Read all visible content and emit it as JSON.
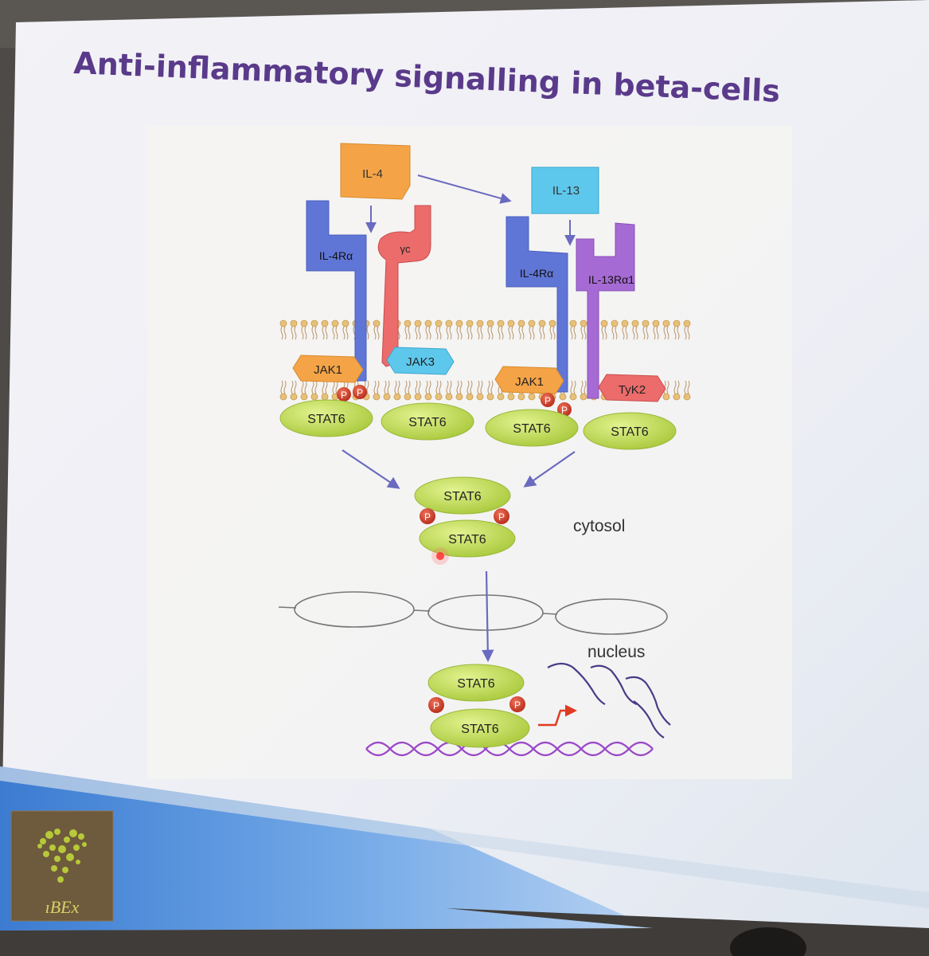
{
  "slide": {
    "title": "Anti-inflammatory signalling in beta-cells"
  },
  "diagram": {
    "ligand_il4": "IL-4",
    "ligand_il13": "IL-13",
    "receptor_il4ra_left": "IL-4Rα",
    "receptor_gc": "γc",
    "receptor_il4ra_right": "IL-4Rα",
    "receptor_il13ra1": "IL-13Rα1",
    "kinase_jak1_left": "JAK1",
    "kinase_jak3": "JAK3",
    "kinase_jak1_right": "JAK1",
    "kinase_tyk2": "TyK2",
    "phospho": "P",
    "stat_left_1": "STAT6",
    "stat_left_2": "STAT6",
    "stat_right_1": "STAT6",
    "stat_right_2": "STAT6",
    "dimer_top": "STAT6",
    "dimer_bottom": "STAT6",
    "nuclear_top": "STAT6",
    "nuclear_bottom": "STAT6",
    "label_cytosol": "cytosol",
    "label_nucleus": "nucleus"
  },
  "logo": {
    "text": "ıBEx"
  },
  "colors": {
    "title": "#5a3a8a",
    "il4": "#f4a447",
    "il13": "#5ec8ec",
    "il4ra": "#5f76d6",
    "gc": "#ec6b6b",
    "il13ra1": "#a66ad4",
    "stat6": "#c5e05a",
    "phospho": "#d8432b",
    "arrow": "#6a6ac0",
    "dna": "#9a48c8"
  }
}
